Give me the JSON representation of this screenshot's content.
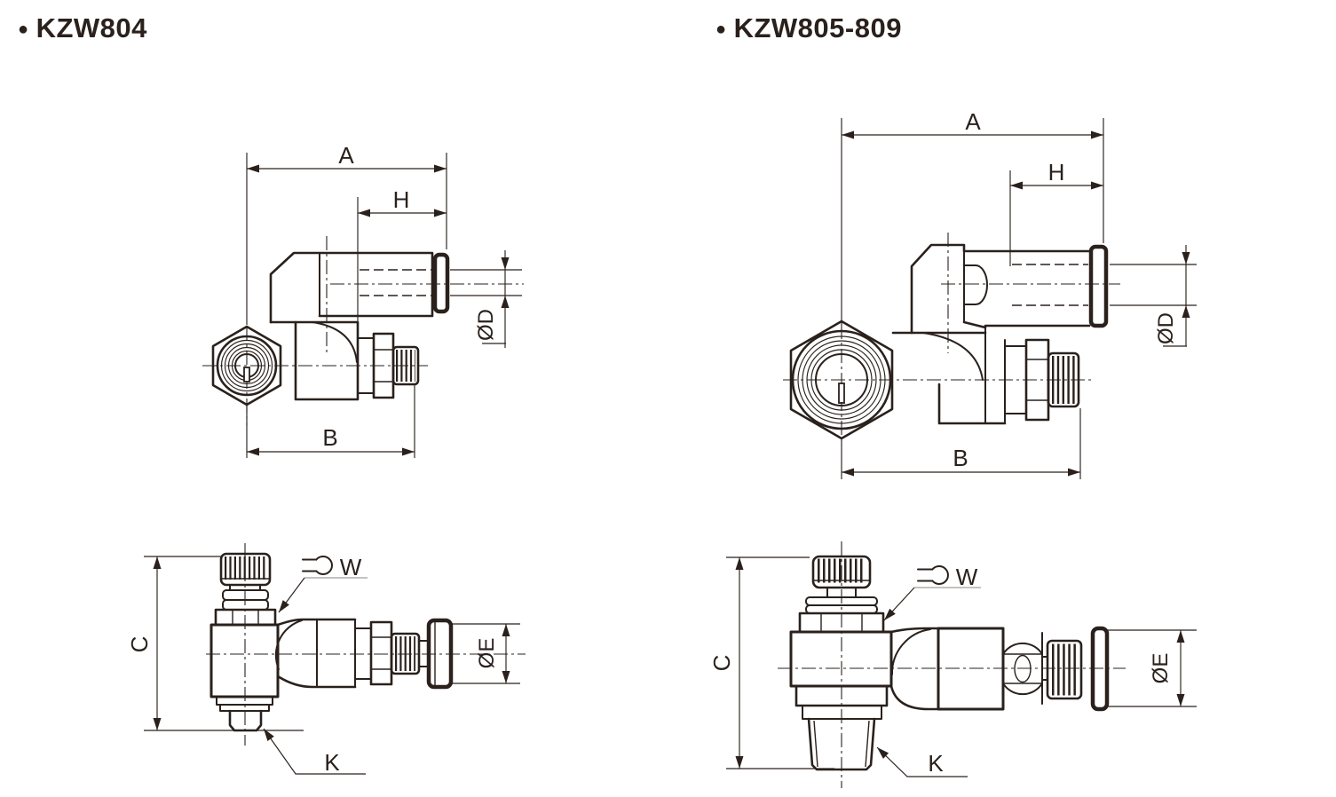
{
  "page": {
    "background": "#ffffff",
    "ink": "#2a211c"
  },
  "figures": [
    {
      "bullet": "●",
      "title": "KZW804"
    },
    {
      "bullet": "●",
      "title": "KZW805-809"
    }
  ],
  "dimension_labels": {
    "length_a": "A",
    "fitting_length_h": "H",
    "length_b": "B",
    "height_c": "C",
    "tube_dia_d": "ØD",
    "tube_dia_e": "ØE",
    "wrench_flats_w": "W",
    "thread_k": "K"
  }
}
